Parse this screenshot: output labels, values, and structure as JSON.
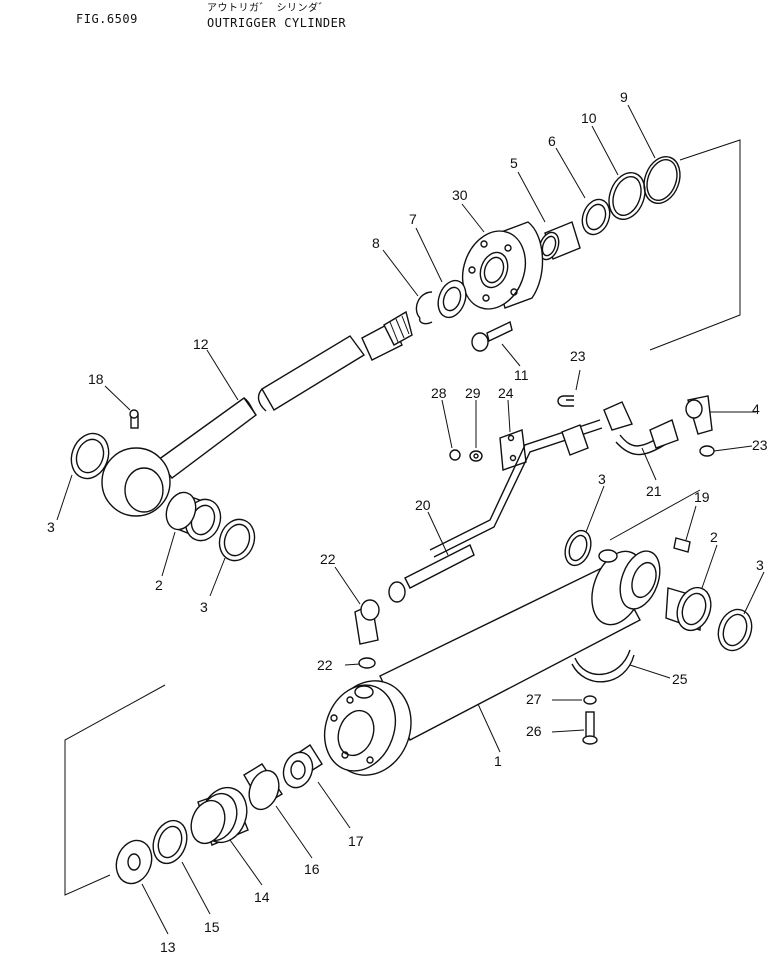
{
  "header": {
    "fig": "FIG.6509",
    "jp": "アウトリガ゛ シリンダ゛",
    "title": "OUTRIGGER CYLINDER"
  },
  "callouts": [
    "1",
    "2",
    "2",
    "3",
    "3",
    "3",
    "3",
    "4",
    "5",
    "6",
    "7",
    "8",
    "9",
    "10",
    "11",
    "12",
    "13",
    "14",
    "15",
    "16",
    "17",
    "18",
    "19",
    "20",
    "21",
    "22",
    "22",
    "23",
    "23",
    "24",
    "25",
    "26",
    "27",
    "28",
    "29",
    "30"
  ]
}
